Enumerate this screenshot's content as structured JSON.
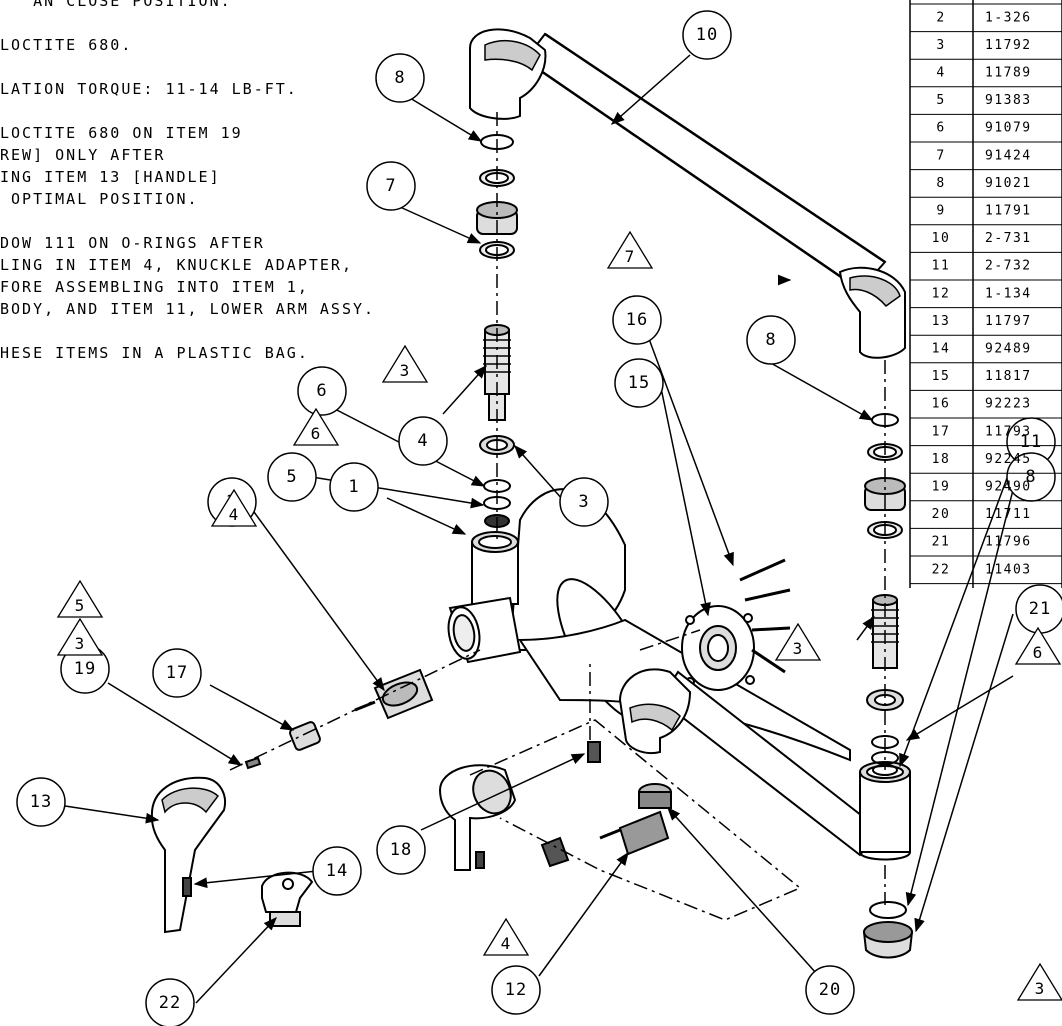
{
  "notes": [
    "   AN CLOSE POSITION.",
    "LOCTITE 680.",
    "LATION TORQUE: 11-14 LB-FT.",
    "LOCTITE 680 ON ITEM 19",
    "REW] ONLY AFTER",
    "ING ITEM 13 [HANDLE]",
    " OPTIMAL POSITION.",
    "DOW 111 ON O-RINGS AFTER",
    "LING IN ITEM 4, KNUCKLE ADAPTER,",
    "FORE ASSEMBLING INTO ITEM 1,",
    "BODY, AND ITEM 11, LOWER ARM ASSY.",
    "HESE ITEMS IN A PLASTIC BAG."
  ],
  "parts_table": {
    "rows": [
      {
        "item": "2",
        "part": "1-326"
      },
      {
        "item": "3",
        "part": "11792"
      },
      {
        "item": "4",
        "part": "11789"
      },
      {
        "item": "5",
        "part": "91383"
      },
      {
        "item": "6",
        "part": "91079"
      },
      {
        "item": "7",
        "part": "91424"
      },
      {
        "item": "8",
        "part": "91021"
      },
      {
        "item": "9",
        "part": "11791"
      },
      {
        "item": "10",
        "part": "2-731"
      },
      {
        "item": "11",
        "part": "2-732"
      },
      {
        "item": "12",
        "part": "1-134"
      },
      {
        "item": "13",
        "part": "11797"
      },
      {
        "item": "14",
        "part": "92489"
      },
      {
        "item": "15",
        "part": "11817"
      },
      {
        "item": "16",
        "part": "92223"
      },
      {
        "item": "17",
        "part": "11793"
      },
      {
        "item": "18",
        "part": "92245"
      },
      {
        "item": "19",
        "part": "92490"
      },
      {
        "item": "20",
        "part": "11711"
      },
      {
        "item": "21",
        "part": "11796"
      },
      {
        "item": "22",
        "part": "11403"
      }
    ]
  },
  "balloons": [
    "10",
    "8",
    "7",
    "4",
    "3",
    "6",
    "5",
    "1",
    "2",
    "17",
    "19",
    "13",
    "14",
    "22",
    "15",
    "16",
    "18",
    "20",
    "12",
    "8",
    "11",
    "8",
    "21"
  ],
  "note_flags": [
    "3",
    "6",
    "4",
    "5",
    "3",
    "7",
    "3",
    "6",
    "4",
    "3"
  ]
}
